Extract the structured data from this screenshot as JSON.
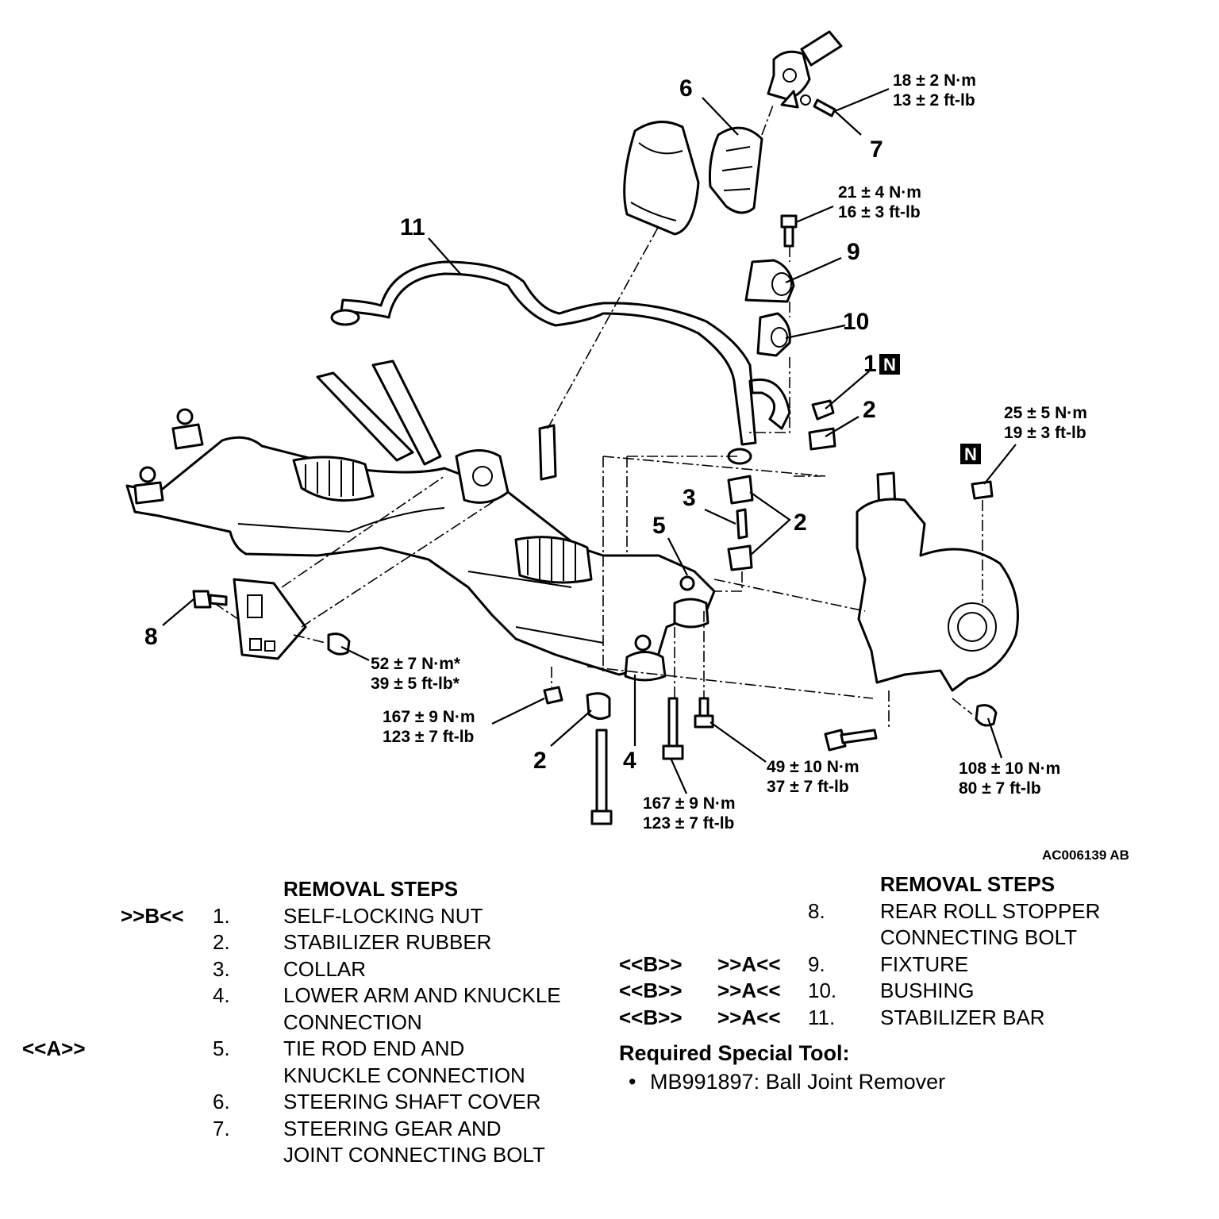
{
  "diagram": {
    "figure_id": "AC006139 AB",
    "callouts": {
      "c1": "1",
      "c2a": "2",
      "c2b": "2",
      "c2c": "2",
      "c3": "3",
      "c4": "4",
      "c5": "5",
      "c6": "6",
      "c7": "7",
      "c8": "8",
      "c9": "9",
      "c10": "10",
      "c11": "11"
    },
    "n_mark": "N",
    "torques": {
      "t7": [
        "18 ± 2 N·m",
        "13 ± 2 ft-lb"
      ],
      "t_fixture": [
        "21 ± 4 N·m",
        "16 ± 3 ft-lb"
      ],
      "t_nut": [
        "25 ± 5 N·m",
        "19 ± 3 ft-lb"
      ],
      "t_roll": [
        "52 ± 7 N·m*",
        "39 ± 5 ft-lb*"
      ],
      "t_mount": [
        "167 ± 9 N·m",
        "123 ± 7 ft-lb"
      ],
      "t_lower_bolt": [
        "167 ± 9 N·m",
        "123 ± 7 ft-lb"
      ],
      "t_49": [
        "49 ± 10 N·m",
        "37 ± 7 ft-lb"
      ],
      "t_108": [
        "108 ± 10 N·m",
        "80 ± 7 ft-lb"
      ]
    }
  },
  "left_steps": {
    "heading": "REMOVAL STEPS",
    "rows": [
      {
        "mark": ">>B<<",
        "num": "1.",
        "text": "SELF-LOCKING NUT"
      },
      {
        "mark": "",
        "num": "2.",
        "text": "STABILIZER RUBBER"
      },
      {
        "mark": "",
        "num": "3.",
        "text": "COLLAR"
      },
      {
        "mark": "",
        "num": "4.",
        "text": "LOWER ARM AND KNUCKLE"
      },
      {
        "mark": "",
        "num": "",
        "text": "CONNECTION"
      },
      {
        "mark": "<<A>>",
        "num": "5.",
        "text": "TIE ROD END AND"
      },
      {
        "mark": "",
        "num": "",
        "text": "KNUCKLE CONNECTION"
      },
      {
        "mark": "",
        "num": "6.",
        "text": "STEERING SHAFT COVER"
      },
      {
        "mark": "",
        "num": "7.",
        "text": "STEERING GEAR AND"
      },
      {
        "mark": "",
        "num": "",
        "text": "JOINT CONNECTING BOLT"
      }
    ]
  },
  "right_steps": {
    "heading": "REMOVAL STEPS",
    "rows": [
      {
        "mark1": "",
        "mark2": "",
        "num": "8.",
        "text": "REAR ROLL STOPPER"
      },
      {
        "mark1": "",
        "mark2": "",
        "num": "",
        "text": "CONNECTING BOLT"
      },
      {
        "mark1": "<<B>>",
        "mark2": ">>A<<",
        "num": "9.",
        "text": "FIXTURE"
      },
      {
        "mark1": "<<B>>",
        "mark2": ">>A<<",
        "num": "10.",
        "text": "BUSHING"
      },
      {
        "mark1": "<<B>>",
        "mark2": ">>A<<",
        "num": "11.",
        "text": "STABILIZER BAR"
      }
    ]
  },
  "special_tool": {
    "title": "Required Special Tool:",
    "bullet": "•",
    "item": "MB991897: Ball Joint Remover"
  }
}
